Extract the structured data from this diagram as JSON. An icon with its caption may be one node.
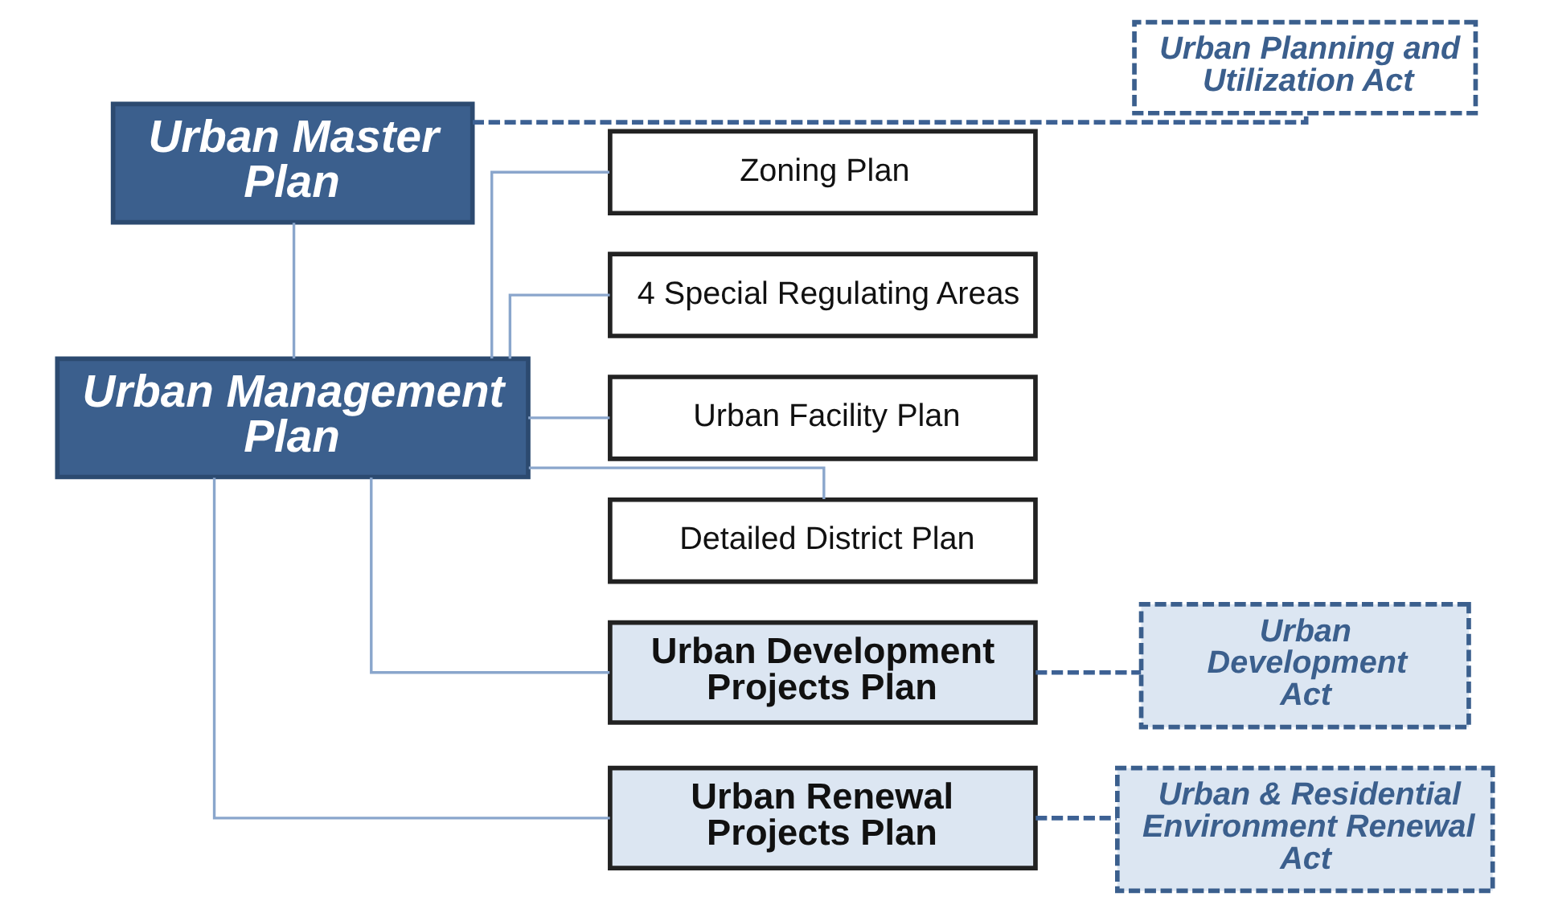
{
  "diagram": {
    "nodes": [
      {
        "text": [
          "Urban Master Plan"
        ]
      },
      {
        "text": [
          "Urban Planning and Utilization Act"
        ]
      },
      {
        "text": [
          "Urban Management Plan"
        ]
      },
      {
        "text": [
          "Zoning Plan"
        ]
      },
      {
        "text": [
          "4 Special Regulating Areas"
        ]
      },
      {
        "text": [
          "Urban Facility Plan"
        ]
      },
      {
        "text": [
          "Detailed District Plan"
        ]
      },
      {
        "text": [
          "Urban Development Projects Plan"
        ]
      },
      {
        "text": [
          "Urban Development Act"
        ]
      },
      {
        "text": [
          "Urban Renewal Projects Plan"
        ]
      },
      {
        "text": [
          "Urban & Residential Environment Renewal Act"
        ]
      }
    ],
    "edges": [
      {
        "from": 0,
        "to": 1,
        "arrow": "none",
        "style": "dashed",
        "color": "#3d6194"
      },
      {
        "from": 0,
        "to": 2,
        "arrow": "none"
      },
      {
        "from": 2,
        "to": 3,
        "arrow": "none"
      },
      {
        "from": 2,
        "to": 4,
        "arrow": "none"
      },
      {
        "from": 2,
        "to": 5,
        "arrow": "none"
      },
      {
        "from": 2,
        "to": 6,
        "arrow": "none"
      },
      {
        "from": 2,
        "to": 7,
        "arrow": "none"
      },
      {
        "from": 2,
        "to": 9,
        "arrow": "none"
      },
      {
        "from": 7,
        "to": 8,
        "arrow": "none",
        "style": "dashed",
        "color": "#3d6194"
      },
      {
        "from": 9,
        "to": 10,
        "arrow": "none",
        "style": "dashed",
        "color": "#3d6194"
      }
    ]
  }
}
